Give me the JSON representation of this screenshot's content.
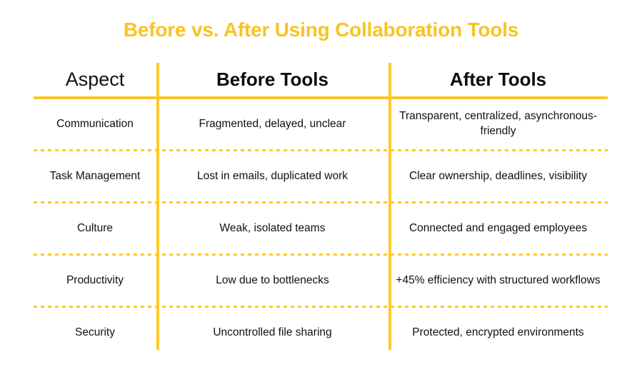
{
  "slide": {
    "title": "Before vs. After Using Collaboration Tools",
    "background_color": "#FFFFFF",
    "accent_color": "#FFC927",
    "title_color": "#F8C423",
    "text_color": "#1A1A1A"
  },
  "table": {
    "columns": [
      {
        "key": "aspect",
        "header": "Aspect"
      },
      {
        "key": "before",
        "header": "Before Tools"
      },
      {
        "key": "after",
        "header": "After Tools"
      }
    ],
    "rows": [
      {
        "aspect": "Communication",
        "before": "Fragmented, delayed, unclear",
        "after": "Transparent, centralized, asynchronous-friendly"
      },
      {
        "aspect": "Task Management",
        "before": "Lost in emails, duplicated work",
        "after": "Clear ownership, deadlines, visibility"
      },
      {
        "aspect": "Culture",
        "before": "Weak, isolated teams",
        "after": "Connected and engaged employees"
      },
      {
        "aspect": "Productivity",
        "before": "Low due to bottlenecks",
        "after": "+45% efficiency with structured workflows"
      },
      {
        "aspect": "Security",
        "before": "Uncontrolled file sharing",
        "after": "Protected, encrypted environments"
      }
    ]
  }
}
